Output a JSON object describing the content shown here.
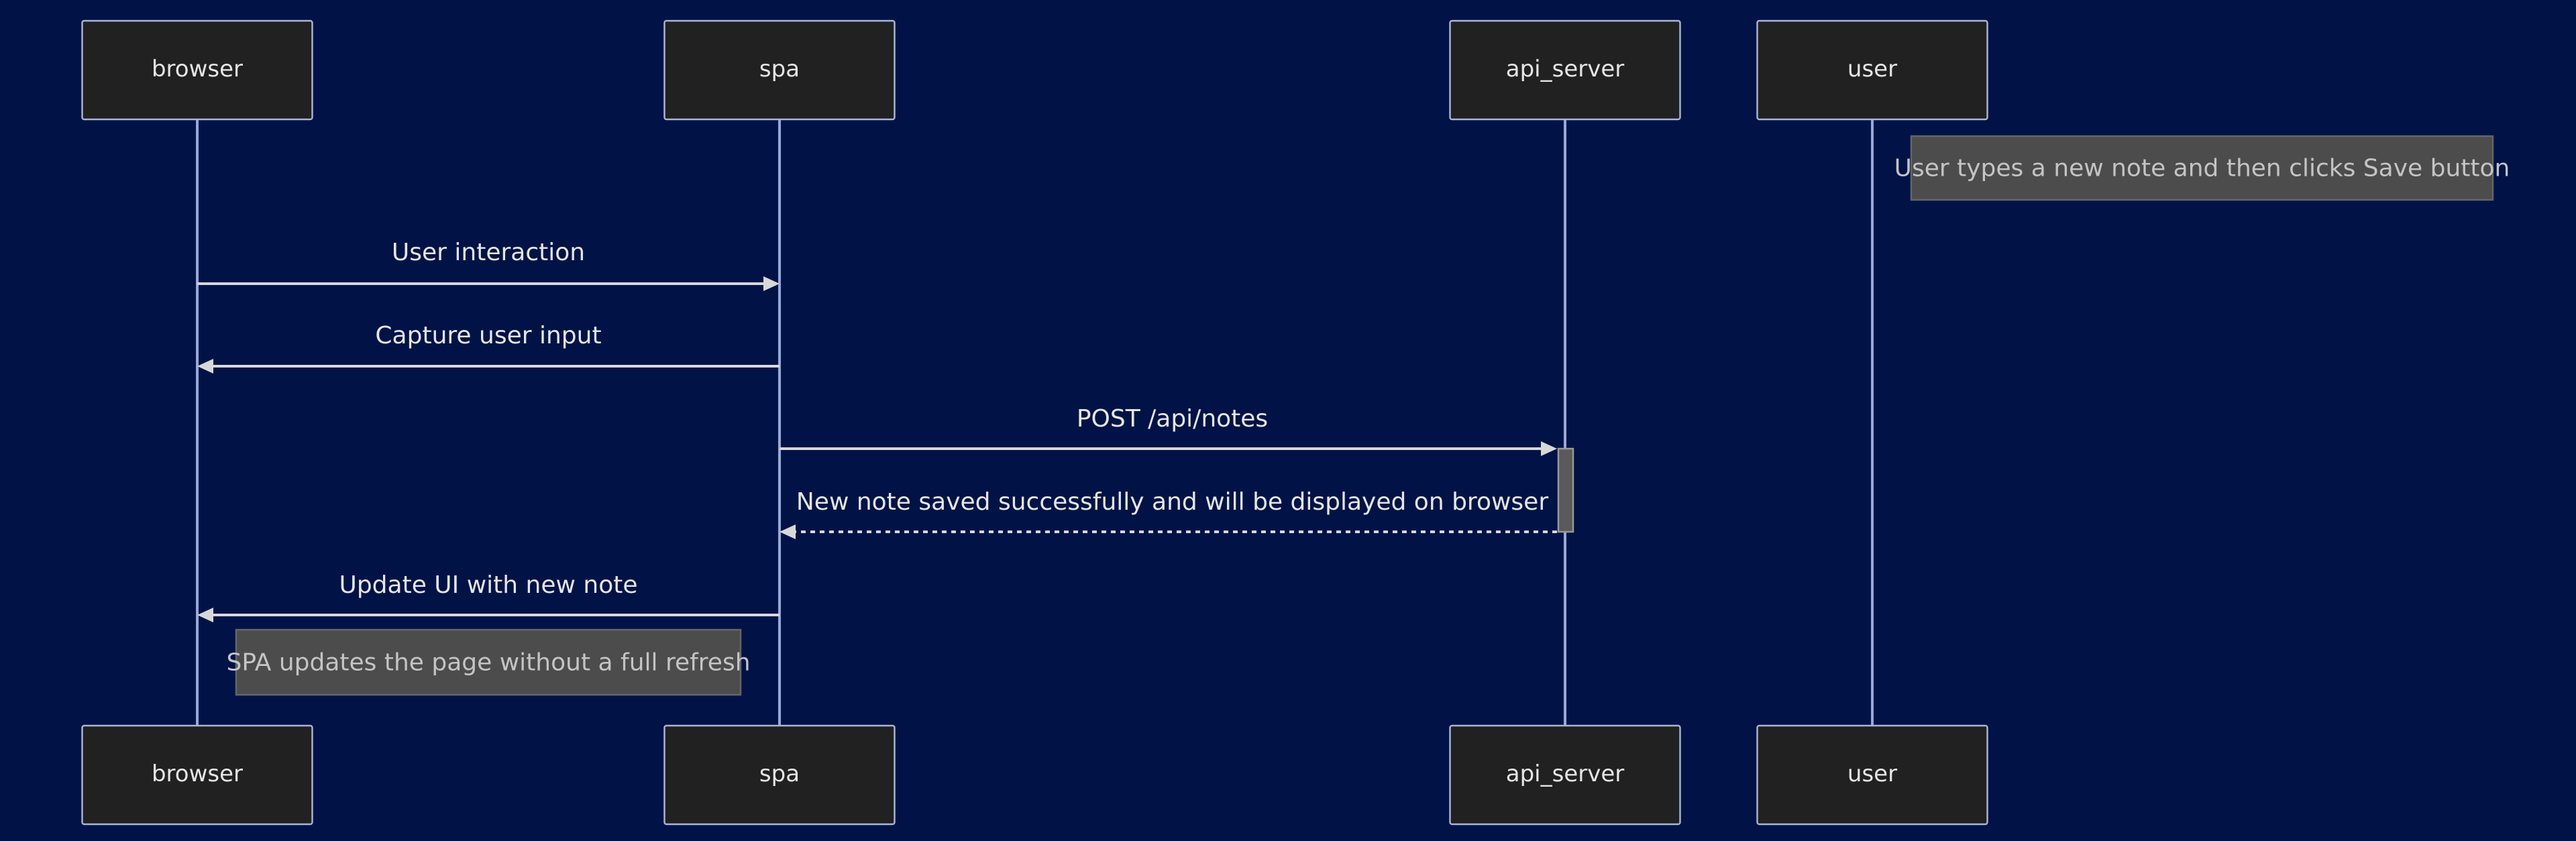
{
  "actors": [
    {
      "id": "browser",
      "label": "browser"
    },
    {
      "id": "spa",
      "label": "spa"
    },
    {
      "id": "api_server",
      "label": "api_server"
    },
    {
      "id": "user",
      "label": "user"
    }
  ],
  "messages": [
    {
      "from": "browser",
      "to": "spa",
      "label": "User interaction",
      "style": "solid"
    },
    {
      "from": "spa",
      "to": "browser",
      "label": "Capture user input",
      "style": "solid"
    },
    {
      "from": "spa",
      "to": "api_server",
      "label": "POST /api/notes",
      "style": "solid"
    },
    {
      "from": "api_server",
      "to": "spa",
      "label": "New note saved successfully and will be displayed on browser",
      "style": "dashed"
    },
    {
      "from": "spa",
      "to": "browser",
      "label": "Update UI with new note",
      "style": "solid"
    }
  ],
  "notes": [
    {
      "over": "user",
      "placement": "right of",
      "text": "User types a new note and then clicks Save button"
    },
    {
      "over": "browser",
      "placement": "right of",
      "text": "SPA updates the page without a full refresh"
    }
  ],
  "activations": [
    {
      "actor": "api_server",
      "from_message": 3,
      "to_message": 4
    }
  ],
  "colors": {
    "background": "#011346",
    "actor_fill": "#212121",
    "actor_stroke": "#aab6d3",
    "lifeline": "#97a9d8",
    "message": "#d8d8d8",
    "note_fill": "#4c4c4c",
    "text": "#e6e6e6"
  }
}
